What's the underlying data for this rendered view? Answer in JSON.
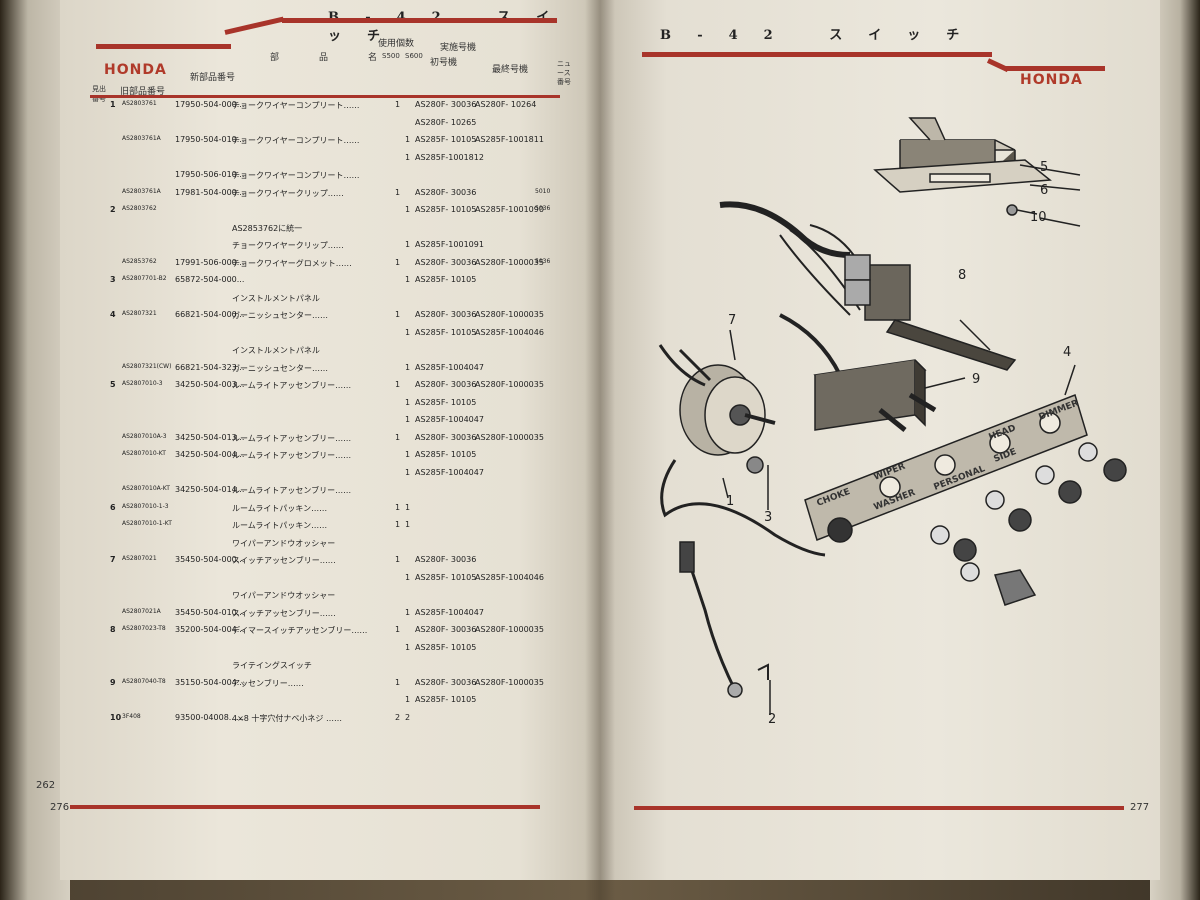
{
  "left_page": {
    "section_title": "B-42 スイッチ",
    "brand": "HONDA",
    "column_headers": {
      "ref_no": "見出番号",
      "old_part_no": "旧部品番号",
      "new_part_no": "新部品番号",
      "part_name": "部品名",
      "qty": "使用個数",
      "qty_s500": "S500",
      "qty_s600": "S600",
      "impl_frame": "実施号機",
      "first_frame": "初号機",
      "last_frame": "最終号機",
      "news_no": "ニュース番号"
    },
    "rows": [
      {
        "no": "1",
        "old": "AS2803761",
        "new": "17950-504-000...",
        "name": "チョークワイヤーコンプリート……",
        "q500": "1",
        "q600": "",
        "first": "AS280F- 30036",
        "last": "AS280F- 10264",
        "news": ""
      },
      {
        "no": "",
        "old": "",
        "new": "",
        "name": "",
        "q500": "",
        "q600": "",
        "first": "AS280F- 10265",
        "last": "",
        "news": ""
      },
      {
        "no": "",
        "old": "AS2803761A",
        "new": "17950-504-010...",
        "name": "チョークワイヤーコンプリート……",
        "q500": "",
        "q600": "1",
        "first": "AS285F- 10105",
        "last": "AS285F-1001811",
        "news": ""
      },
      {
        "no": "",
        "old": "",
        "new": "",
        "name": "",
        "q500": "",
        "q600": "1",
        "first": "AS285F-1001812",
        "last": "",
        "news": ""
      },
      {
        "no": "",
        "old": "",
        "new": "17950-506-010...",
        "name": "チョークワイヤーコンプリート……",
        "q500": "",
        "q600": "",
        "first": "",
        "last": "",
        "news": ""
      },
      {
        "no": "",
        "old": "AS2803761A",
        "new": "17981-504-000...",
        "name": "チョークワイヤークリップ……",
        "q500": "1",
        "q600": "",
        "first": "AS280F- 30036",
        "last": "",
        "news": "5010"
      },
      {
        "no": "2",
        "old": "AS2803762",
        "new": "",
        "name": "",
        "q500": "",
        "q600": "1",
        "first": "AS285F- 10105",
        "last": "AS285F-1001090",
        "news": "5036"
      },
      {
        "no": "",
        "old": "",
        "new": "",
        "name": "AS2853762に統一",
        "q500": "",
        "q600": "",
        "first": "",
        "last": "",
        "news": ""
      },
      {
        "no": "",
        "old": "",
        "new": "",
        "name": "チョークワイヤークリップ……",
        "q500": "",
        "q600": "1",
        "first": "AS285F-1001091",
        "last": "",
        "news": ""
      },
      {
        "no": "",
        "old": "AS2853762",
        "new": "17991-506-000...",
        "name": "チョークワイヤーグロメット……",
        "q500": "1",
        "q600": "",
        "first": "AS280F- 30036",
        "last": "AS280F-1000035",
        "news": "5036"
      },
      {
        "no": "3",
        "old": "AS2807701-B2",
        "new": "65872-504-000...",
        "name": "",
        "q500": "",
        "q600": "1",
        "first": "AS285F- 10105",
        "last": "",
        "news": ""
      },
      {
        "no": "",
        "old": "",
        "new": "",
        "name": "インストルメントパネル",
        "q500": "",
        "q600": "",
        "first": "",
        "last": "",
        "news": ""
      },
      {
        "no": "4",
        "old": "AS2807321",
        "new": "66821-504-000...",
        "name": "ガーニッシュセンター……",
        "q500": "1",
        "q600": "",
        "first": "AS280F- 30036",
        "last": "AS280F-1000035",
        "news": ""
      },
      {
        "no": "",
        "old": "",
        "new": "",
        "name": "",
        "q500": "",
        "q600": "1",
        "first": "AS285F- 10105",
        "last": "AS285F-1004046",
        "news": ""
      },
      {
        "no": "",
        "old": "",
        "new": "",
        "name": "インストルメントパネル",
        "q500": "",
        "q600": "",
        "first": "",
        "last": "",
        "news": ""
      },
      {
        "no": "",
        "old": "AS2807321(CW)",
        "new": "66821-504-323...",
        "name": "ガーニッシュセンター……",
        "q500": "",
        "q600": "1",
        "first": "AS285F-1004047",
        "last": "",
        "news": ""
      },
      {
        "no": "5",
        "old": "AS2807010-3",
        "new": "34250-504-003...",
        "name": "ルームライトアッセンブリー……",
        "q500": "1",
        "q600": "",
        "first": "AS280F- 30036",
        "last": "AS280F-1000035",
        "news": ""
      },
      {
        "no": "",
        "old": "",
        "new": "",
        "name": "",
        "q500": "",
        "q600": "1",
        "first": "AS285F- 10105",
        "last": "",
        "news": ""
      },
      {
        "no": "",
        "old": "",
        "new": "",
        "name": "",
        "q500": "",
        "q600": "1",
        "first": "AS285F-1004047",
        "last": "",
        "news": ""
      },
      {
        "no": "",
        "old": "AS2807010A-3",
        "new": "34250-504-013...",
        "name": "ルームライトアッセンブリー……",
        "q500": "1",
        "q600": "",
        "first": "AS280F- 30036",
        "last": "AS280F-1000035",
        "news": ""
      },
      {
        "no": "",
        "old": "AS2807010-KT",
        "new": "34250-504-004...",
        "name": "ルームライトアッセンブリー……",
        "q500": "",
        "q600": "1",
        "first": "AS285F- 10105",
        "last": "",
        "news": ""
      },
      {
        "no": "",
        "old": "",
        "new": "",
        "name": "",
        "q500": "",
        "q600": "1",
        "first": "AS285F-1004047",
        "last": "",
        "news": ""
      },
      {
        "no": "",
        "old": "AS2807010A-KT",
        "new": "34250-504-014...",
        "name": "ルームライトアッセンブリー……",
        "q500": "",
        "q600": "",
        "first": "",
        "last": "",
        "news": ""
      },
      {
        "no": "6",
        "old": "AS2807010-1-3",
        "new": "",
        "name": "ルームライトパッキン……",
        "q500": "1",
        "q600": "1",
        "first": "",
        "last": "",
        "news": ""
      },
      {
        "no": "",
        "old": "AS2807010-1-KT",
        "new": "",
        "name": "ルームライトパッキン……",
        "q500": "1",
        "q600": "1",
        "first": "",
        "last": "",
        "news": ""
      },
      {
        "no": "",
        "old": "",
        "new": "",
        "name": "ワイパーアンドウオッシャー",
        "q500": "",
        "q600": "",
        "first": "",
        "last": "",
        "news": ""
      },
      {
        "no": "7",
        "old": "AS2807021",
        "new": "35450-504-000...",
        "name": "スイッチアッセンブリー……",
        "q500": "1",
        "q600": "",
        "first": "AS280F- 30036",
        "last": "",
        "news": ""
      },
      {
        "no": "",
        "old": "",
        "new": "",
        "name": "",
        "q500": "",
        "q600": "1",
        "first": "AS285F- 10105",
        "last": "AS285F-1004046",
        "news": ""
      },
      {
        "no": "",
        "old": "",
        "new": "",
        "name": "ワイパーアンドウオッシャー",
        "q500": "",
        "q600": "",
        "first": "",
        "last": "",
        "news": ""
      },
      {
        "no": "",
        "old": "AS2807021A",
        "new": "35450-504-010...",
        "name": "スイッチアッセンブリー……",
        "q500": "",
        "q600": "1",
        "first": "AS285F-1004047",
        "last": "",
        "news": ""
      },
      {
        "no": "8",
        "old": "AS2807023-T8",
        "new": "35200-504-004...",
        "name": "デイマースイッチアッセンブリー……",
        "q500": "1",
        "q600": "",
        "first": "AS280F- 30036",
        "last": "AS280F-1000035",
        "news": ""
      },
      {
        "no": "",
        "old": "",
        "new": "",
        "name": "",
        "q500": "",
        "q600": "1",
        "first": "AS285F- 10105",
        "last": "",
        "news": ""
      },
      {
        "no": "",
        "old": "",
        "new": "",
        "name": "ライテイングスイッチ",
        "q500": "",
        "q600": "",
        "first": "",
        "last": "",
        "news": ""
      },
      {
        "no": "9",
        "old": "AS2807040-T8",
        "new": "35150-504-004...",
        "name": "アッセンブリー……",
        "q500": "1",
        "q600": "",
        "first": "AS280F- 30036",
        "last": "AS280F-1000035",
        "news": ""
      },
      {
        "no": "",
        "old": "",
        "new": "",
        "name": "",
        "q500": "",
        "q600": "1",
        "first": "AS285F- 10105",
        "last": "",
        "news": ""
      },
      {
        "no": "10",
        "old": "3F408",
        "new": "93500-04008......",
        "name": "4×8 十字穴付ナベ小ネジ ……",
        "q500": "2",
        "q600": "2",
        "first": "",
        "last": "",
        "news": ""
      }
    ],
    "page_number": "276",
    "prev_page_edge": "262"
  },
  "right_page": {
    "section_title": "B-42 スイッチ",
    "brand": "HONDA",
    "page_number": "277",
    "callouts": [
      "1",
      "2",
      "3",
      "4",
      "5",
      "6",
      "7",
      "8",
      "9",
      "10"
    ],
    "panel_labels": [
      "CHOKE",
      "WIPER",
      "WASHER",
      "PERSONAL",
      "HEAD",
      "SIDE",
      "DIMMER"
    ]
  }
}
